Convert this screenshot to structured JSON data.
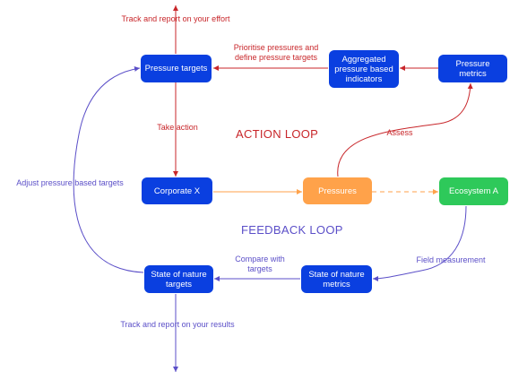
{
  "nodes": {
    "pressure_targets": "Pressure targets",
    "aggregated_indicators": "Aggregated pressure based indicators",
    "pressure_metrics": "Pressure metrics",
    "corporate_x": "Corporate X",
    "pressures": "Pressures",
    "ecosystem_a": "Ecosystem A",
    "state_targets": "State of nature targets",
    "state_metrics": "State of nature metrics"
  },
  "labels": {
    "track_effort": "Track and report on your effort",
    "prioritise": "Prioritise pressures and define pressure targets",
    "take_action": "Take action",
    "assess": "Assess",
    "adjust_targets": "Adjust pressure based targets",
    "compare_targets": "Compare with targets",
    "field_measurement": "Field measurement",
    "track_results": "Track and report on your results"
  },
  "loops": {
    "action": "ACTION LOOP",
    "feedback": "FEEDBACK LOOP"
  },
  "colors": {
    "node_blue": "#0a3fe0",
    "pressures_orange": "#ffa24a",
    "ecosystem_green": "#2ec95a",
    "action_red": "#c8262a",
    "feedback_purple": "#5b4fc8"
  }
}
